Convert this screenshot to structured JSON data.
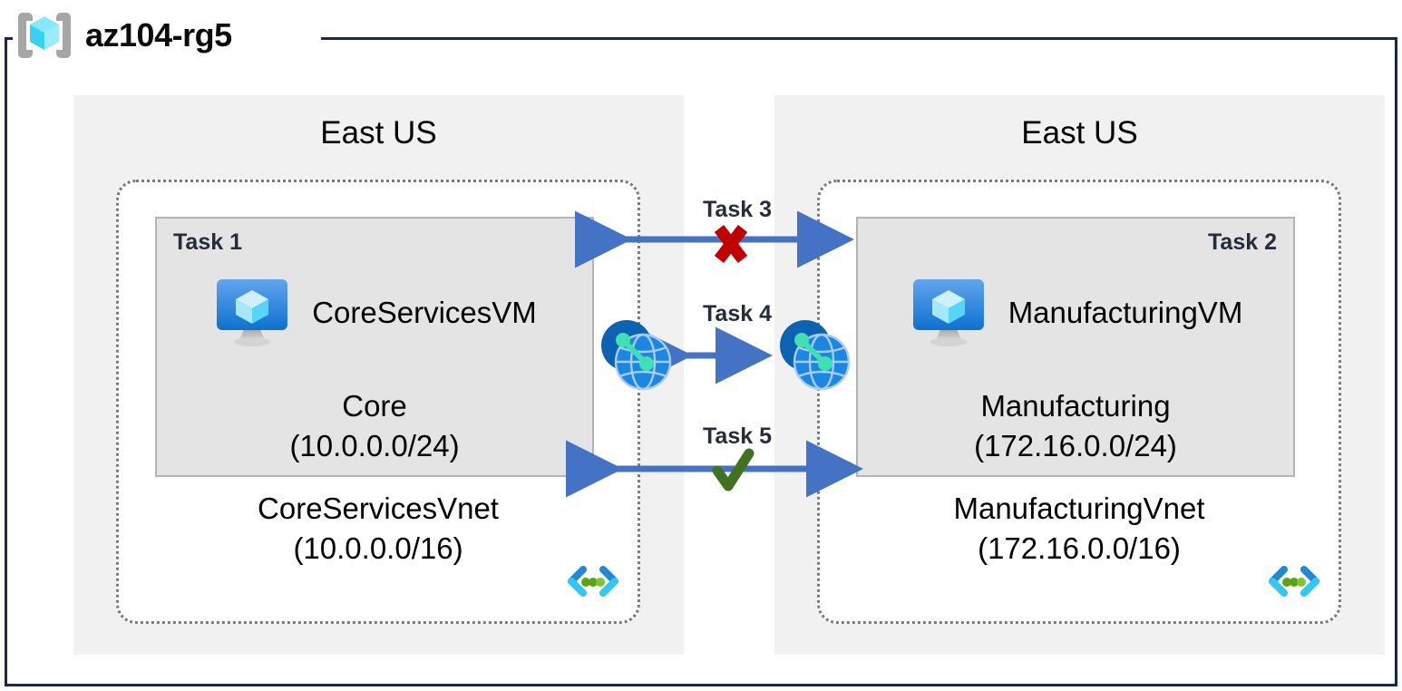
{
  "resource_group": {
    "name": "az104-rg5",
    "icon": "resource-group-icon"
  },
  "regions": [
    {
      "id": "left",
      "title": "East US",
      "vnet": {
        "name": "CoreServicesVnet",
        "cidr": "(10.0.0.0/16)",
        "icon": "virtual-network-icon"
      },
      "subnet": {
        "task_tag": "Task 1",
        "task_tag_align": "left",
        "name": "Core",
        "cidr": "(10.0.0.0/24)",
        "vm": {
          "name": "CoreServicesVM",
          "icon": "virtual-machine-icon"
        }
      }
    },
    {
      "id": "right",
      "title": "East US",
      "vnet": {
        "name": "ManufacturingVnet",
        "cidr": "(172.16.0.0/16)",
        "icon": "virtual-network-icon"
      },
      "subnet": {
        "task_tag": "Task 2",
        "task_tag_align": "right",
        "name": "Manufacturing",
        "cidr": "(172.16.0.0/24)",
        "vm": {
          "name": "ManufacturingVM",
          "icon": "virtual-machine-icon"
        }
      }
    }
  ],
  "connectors": [
    {
      "id": "task3",
      "label": "Task 3",
      "marker": "cross",
      "marker_name": "red-x-icon",
      "direction": "bidirectional",
      "endpoints": [
        "Core subnet",
        "Manufacturing subnet"
      ]
    },
    {
      "id": "task4",
      "label": "Task 4",
      "marker": "none",
      "marker_name": "peering-icon",
      "direction": "bidirectional",
      "endpoints": [
        "CoreServicesVnet peering",
        "ManufacturingVnet peering"
      ]
    },
    {
      "id": "task5",
      "label": "Task 5",
      "marker": "check",
      "marker_name": "green-check-icon",
      "direction": "bidirectional",
      "endpoints": [
        "Core subnet",
        "Manufacturing subnet"
      ]
    }
  ],
  "colors": {
    "frame_border": "#152A47",
    "region_fill": "#F1F1F1",
    "subnet_fill": "#E4E4E4",
    "subnet_border": "#B4B4B4",
    "vnet_border": "#7A7A7A",
    "arrow_blue": "#4472C4",
    "cross_red": "#C00000",
    "check_green": "#3F7320",
    "azure_blue": "#0F6CBD",
    "cyan": "#2FC3F0",
    "task_text": "#252D3A"
  }
}
